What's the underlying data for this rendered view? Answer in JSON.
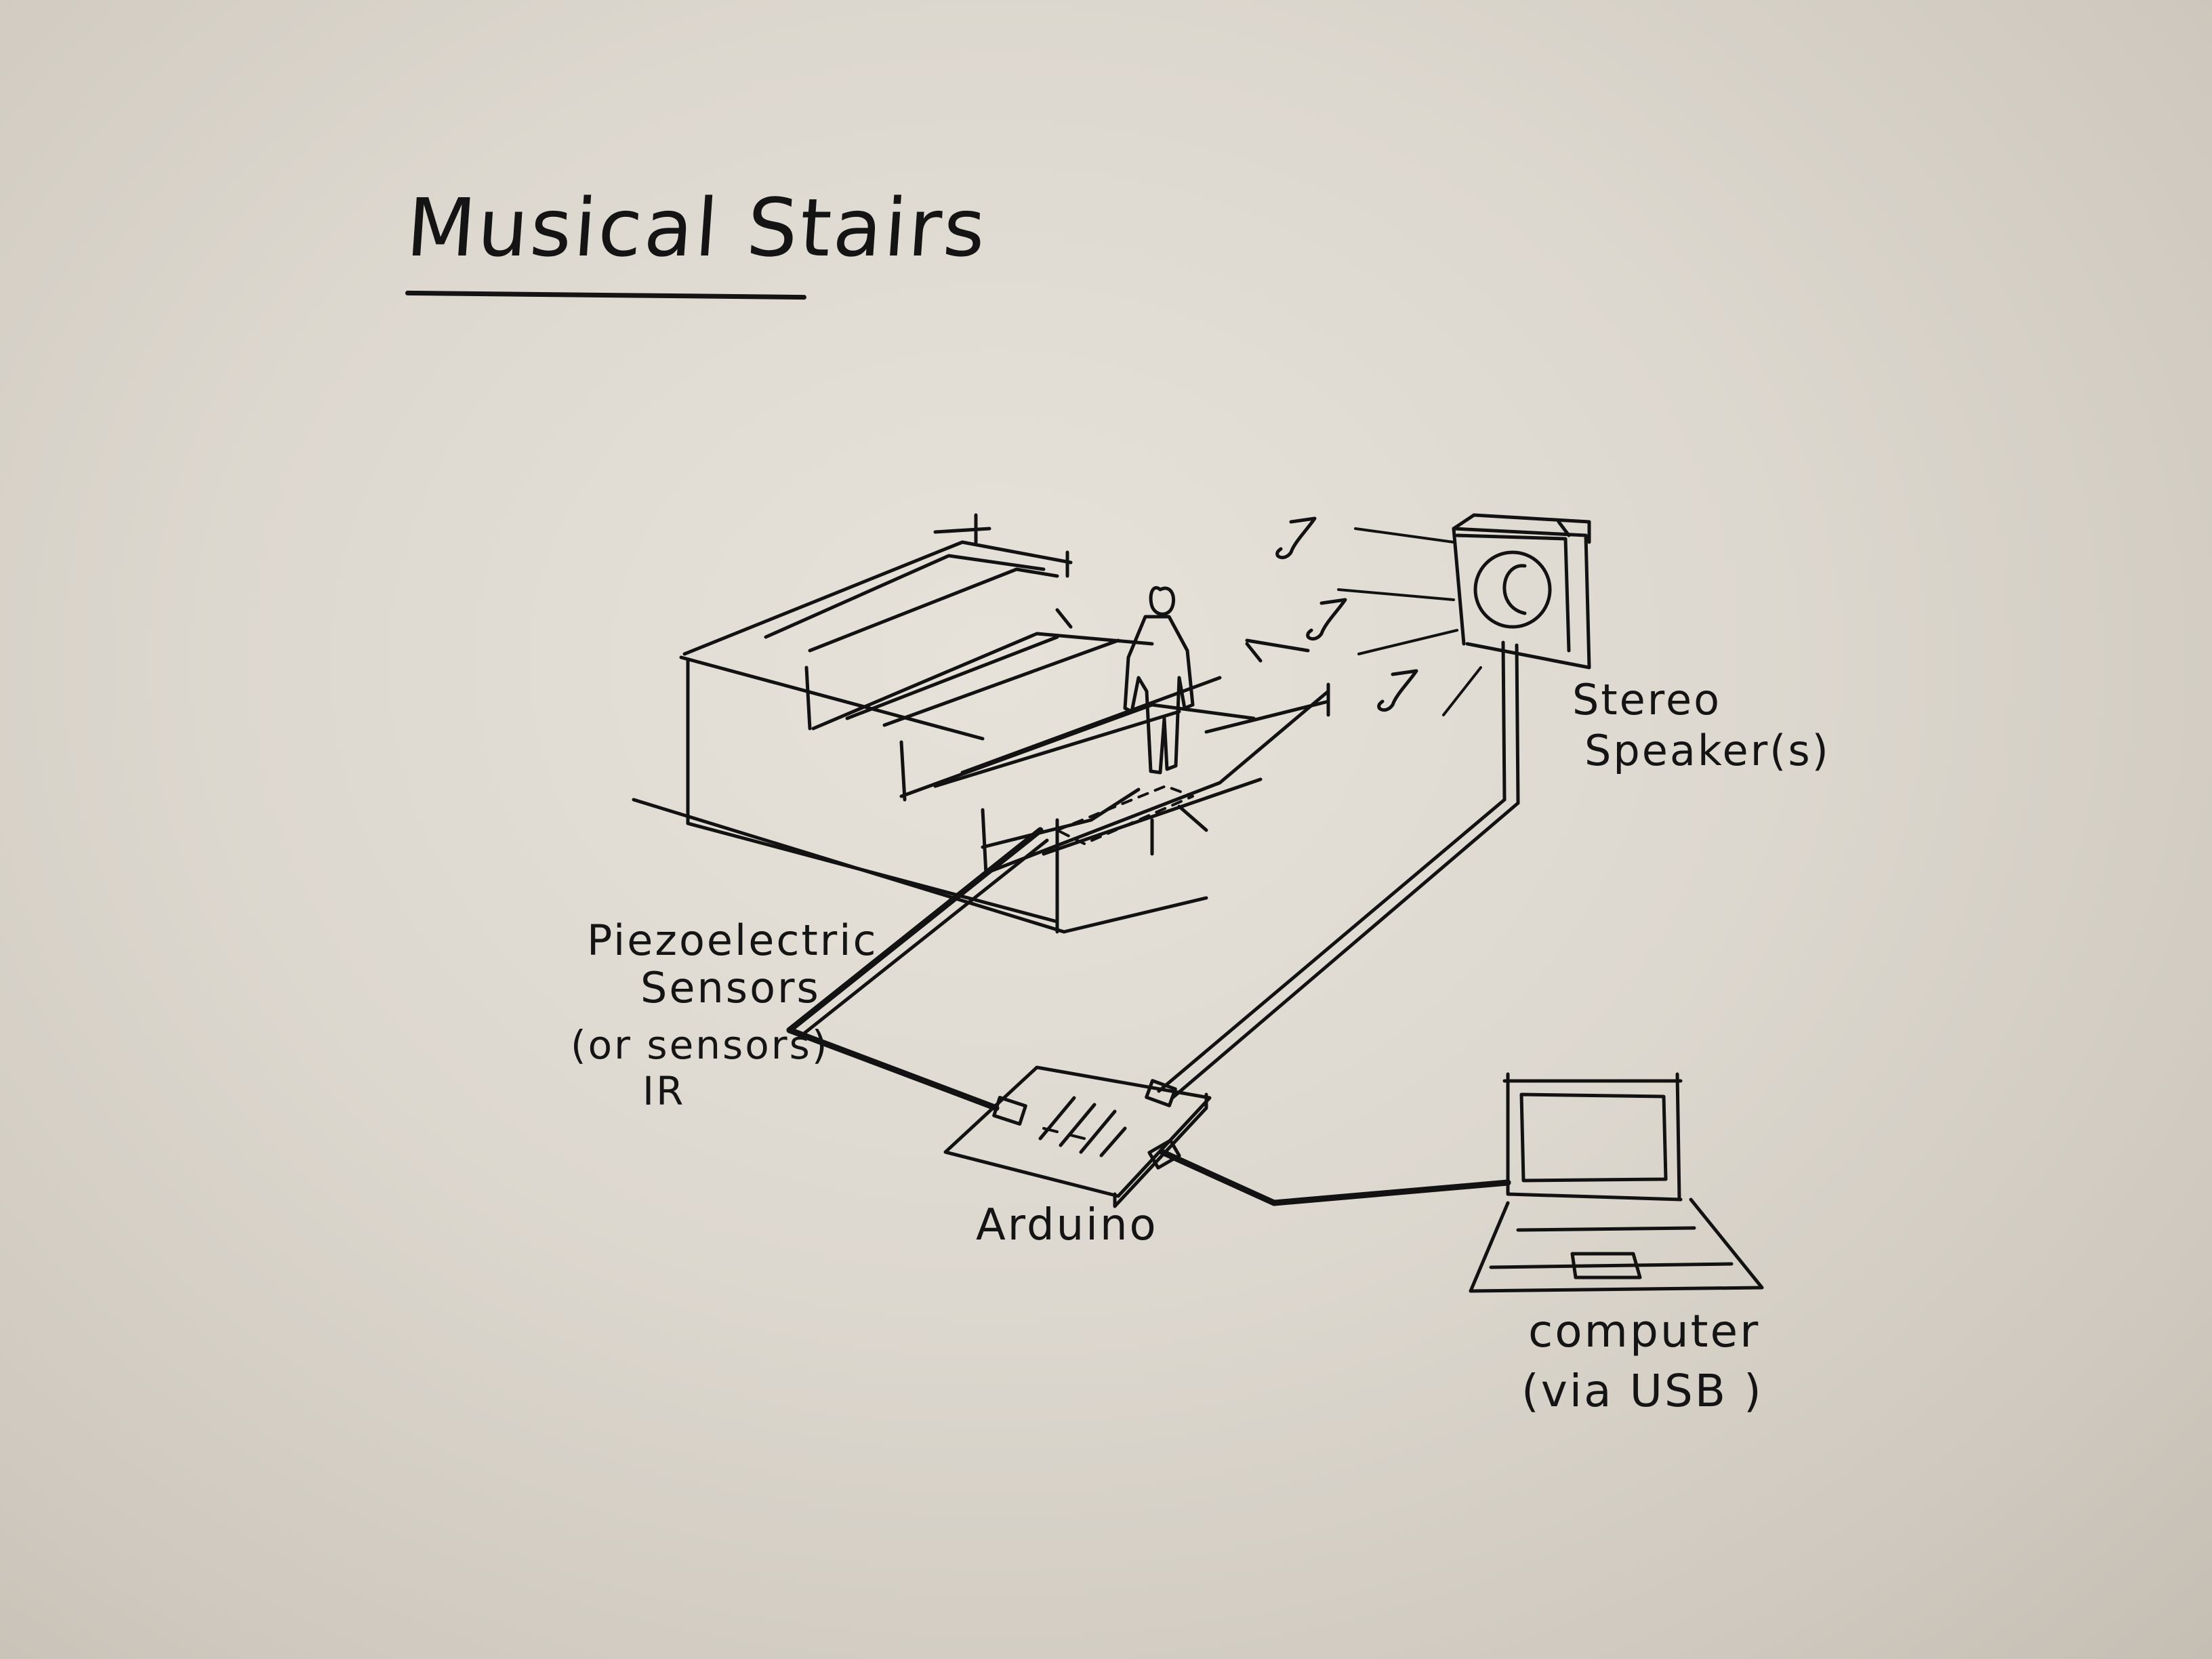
{
  "title": "Musical Stairs",
  "labels": {
    "speaker_line1": "Stereo",
    "speaker_line2": "Speaker(s)",
    "sensors_line1": "Piezoelectric",
    "sensors_line2": "Sensors",
    "alt_line1": "(or sensors)",
    "alt_line2": "IR",
    "controller": "Arduino",
    "computer_line1": "computer",
    "computer_line2": "(via USB )"
  },
  "colors": {
    "paper": "#e3dfd7",
    "ink": "#121212"
  },
  "icons": [
    "music-note-icon",
    "speaker-icon",
    "laptop-icon",
    "person-icon",
    "circuit-board-icon"
  ]
}
